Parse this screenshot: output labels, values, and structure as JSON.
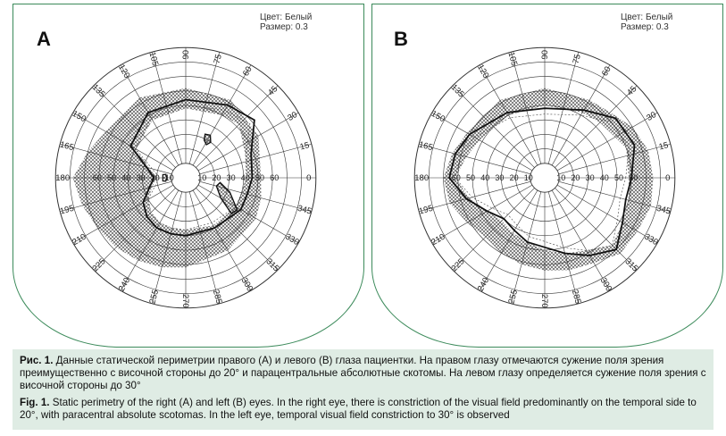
{
  "panels": [
    {
      "letter": "A",
      "legend_color": "Цвет: Белый",
      "legend_size": "Размер: 0.3"
    },
    {
      "letter": "B",
      "legend_color": "Цвет: Белый",
      "legend_size": "Размер: 0.3"
    }
  ],
  "angle_labels": [
    "0",
    "15",
    "30",
    "45",
    "60",
    "75",
    "90",
    "105",
    "120",
    "135",
    "150",
    "165",
    "180",
    "195",
    "210",
    "225",
    "240",
    "255",
    "270",
    "285",
    "300",
    "315",
    "330",
    "345"
  ],
  "ring_labels_left": [
    "60",
    "50",
    "40",
    "30",
    "20",
    "10"
  ],
  "ring_labels_right": [
    "10",
    "20",
    "30",
    "40",
    "50",
    "60"
  ],
  "caption": {
    "ru_label": "Рис. 1.",
    "ru_text": "Данные статической периметрии правого (A) и левого (B) глаза пациентки. На правом глазу отмечаются сужение поля зрения преимущественно с височной стороны до 20° и парацентральные абсолютные скотомы. На левом глазу определяется сужение поля зрения с височной стороны до 30°",
    "en_label": "Fig. 1.",
    "en_text": "Static perimetry of the right (A) and left (B) eyes. In the right eye, there is constriction of the visual field predominantly on the temporal side to 20°, with paracentral absolute scotomas. In the left eye, temporal visual field constriction to 30° is observed"
  }
}
